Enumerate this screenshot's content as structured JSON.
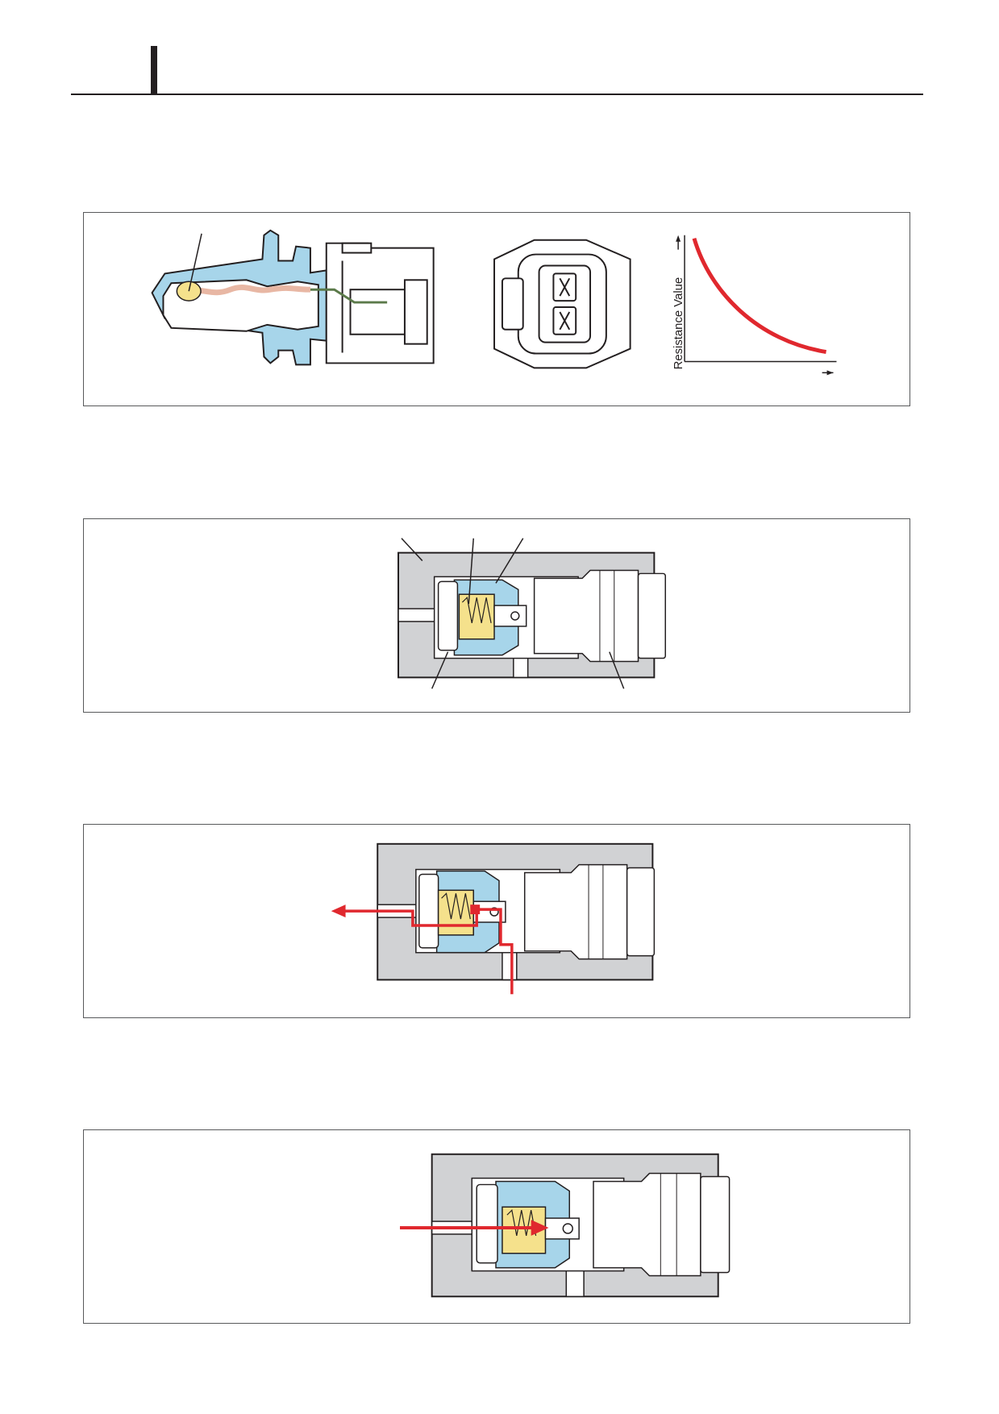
{
  "colors": {
    "fluid": "#a7d5ea",
    "housing": "#d1d2d4",
    "element": "#f5e18c",
    "lead": "#e8b7a4",
    "wire": "#5b7a4a",
    "flow_arrow": "#e0282e",
    "curve": "#e0282e",
    "outline": "#231f20"
  },
  "figures": [
    {
      "name": "temperature-sensor",
      "graph": {
        "y_axis_label": "Resistance Value",
        "curve_description": "decreasing"
      }
    },
    {
      "name": "valve-cross-section"
    },
    {
      "name": "valve-flow-outward"
    },
    {
      "name": "valve-flow-inward"
    }
  ]
}
